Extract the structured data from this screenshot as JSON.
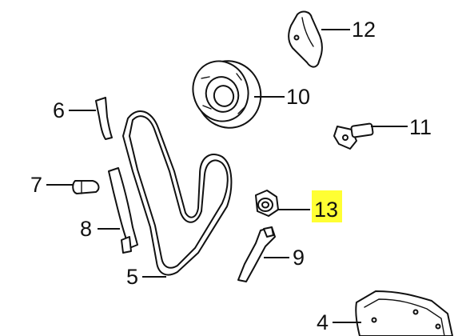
{
  "diagram": {
    "callouts": [
      {
        "id": "12",
        "label": "12"
      },
      {
        "id": "10",
        "label": "10"
      },
      {
        "id": "6",
        "label": "6"
      },
      {
        "id": "11",
        "label": "11"
      },
      {
        "id": "7",
        "label": "7"
      },
      {
        "id": "13",
        "label": "13",
        "highlighted": true
      },
      {
        "id": "8",
        "label": "8"
      },
      {
        "id": "9",
        "label": "9"
      },
      {
        "id": "5",
        "label": "5"
      },
      {
        "id": "4",
        "label": "4"
      }
    ],
    "highlight_color": "#ffff33",
    "line_color": "#111111",
    "background": "#ffffff"
  }
}
